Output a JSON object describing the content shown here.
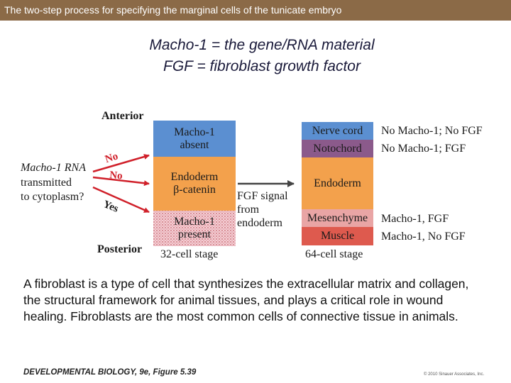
{
  "header": {
    "title": "The two-step process for specifying the marginal cells of the tunicate embryo"
  },
  "definitions": {
    "macho": "Macho-1 = the gene/RNA material",
    "fgf": "FGF = fibroblast growth factor"
  },
  "figure": {
    "anterior": "Anterior",
    "posterior": "Posterior",
    "question": [
      "Macho-1 RNA",
      "transmitted",
      "to cytoplasm?"
    ],
    "arrow_labels": {
      "no_top": "No",
      "no_mid": "No",
      "yes": "Yes"
    },
    "left_cells": {
      "top": [
        "Macho-1",
        "absent"
      ],
      "mid": [
        "Endoderm",
        "β-catenin"
      ],
      "bottom": [
        "Macho-1",
        "present"
      ]
    },
    "left_stage": "32-cell stage",
    "signal": [
      "FGF signal",
      "from",
      "endoderm"
    ],
    "right_cells": {
      "nerve": "Nerve cord",
      "notochord": "Notochord",
      "endoderm": "Endoderm",
      "mesenchyme": "Mesenchyme",
      "muscle": "Muscle"
    },
    "right_stage": "64-cell stage",
    "outcomes": {
      "nerve": "No Macho-1; No FGF",
      "notochord": "No Macho-1; FGF",
      "mesenchyme": "Macho-1, FGF",
      "muscle": "Macho-1, No FGF"
    },
    "colors": {
      "blue": "#5b8fd1",
      "purple": "#8b5a8b",
      "orange": "#f3a14c",
      "pink": "#e9a5a5",
      "red": "#de5a4e",
      "arrow_red": "#d0202a",
      "arrow_green": "#1e9a3e"
    }
  },
  "description": "A fibroblast is a type of cell that synthesizes the extracellular matrix and collagen, the structural framework for animal tissues, and plays a critical role in wound healing. Fibroblasts are the most common cells of connective tissue in animals.",
  "footer": {
    "citation": "DEVELOPMENTAL BIOLOGY, 9e, Figure 5.39",
    "copyright": "© 2010 Sinauer Associates, Inc."
  }
}
